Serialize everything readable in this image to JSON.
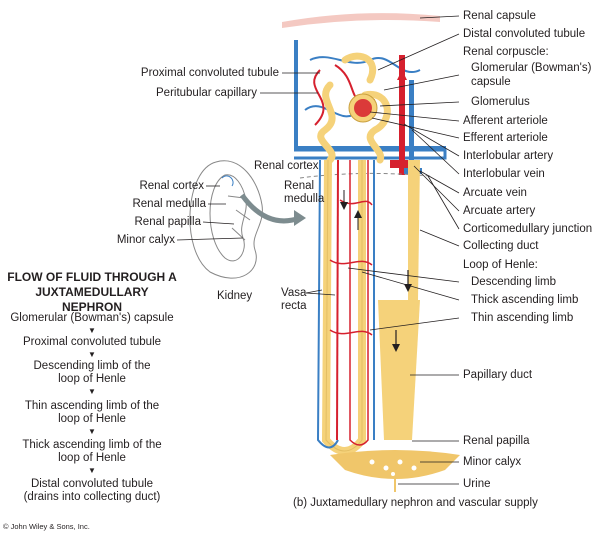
{
  "labels": {
    "renal_capsule": "Renal capsule",
    "distal_convoluted_tubule": "Distal convoluted tubule",
    "renal_corpuscle": "Renal corpuscle:",
    "glomerular_capsule": "Glomerular (Bowman's)",
    "glomerular_capsule_2": "capsule",
    "glomerulus": "Glomerulus",
    "afferent_arteriole": "Afferent arteriole",
    "efferent_arteriole": "Efferent arteriole",
    "interlobular_artery": "Interlobular artery",
    "interlobular_vein": "Interlobular vein",
    "arcuate_vein": "Arcuate vein",
    "arcuate_artery": "Arcuate artery",
    "corticomedullary_junction": "Corticomedullary junction",
    "collecting_duct": "Collecting duct",
    "loop_of_henle": "Loop of Henle:",
    "descending_limb": "Descending limb",
    "thick_ascending_limb": "Thick ascending limb",
    "thin_ascending_limb": "Thin ascending limb",
    "papillary_duct": "Papillary duct",
    "renal_papilla_right": "Renal papilla",
    "minor_calyx_right": "Minor calyx",
    "urine": "Urine",
    "proximal_convoluted_tubule": "Proximal convoluted tubule",
    "peritubular_capillary": "Peritubular capillary",
    "renal_cortex_inner": "Renal cortex",
    "renal_medulla_inner_1": "Renal",
    "renal_medulla_inner_2": "medulla",
    "renal_cortex_left": "Renal cortex",
    "renal_medulla_left": "Renal medulla",
    "renal_papilla_left": "Renal papilla",
    "minor_calyx_left": "Minor calyx",
    "kidney": "Kidney",
    "vasa_recta_1": "Vasa",
    "vasa_recta_2": "recta"
  },
  "flow": {
    "title": "FLOW OF FLUID THROUGH A\nJUXTAMEDULLARY NEPHRON",
    "steps": [
      "Glomerular (Bowman's) capsule",
      "Proximal convoluted tubule",
      "Descending limb of the\nloop of Henle",
      "Thin ascending limb of the\nloop of Henle",
      "Thick ascending limb of the\nloop of Henle",
      "Distal convoluted tubule\n(drains into collecting duct)"
    ]
  },
  "caption": "(b) Juxtamedullary nephron and vascular supply",
  "copyright": "© John Wiley & Sons, Inc.",
  "colors": {
    "tubule": "#f5d27a",
    "tubule_stroke": "#c9a040",
    "artery": "#d6202e",
    "vein": "#3a7fc4",
    "capsule": "#f4c9c2",
    "calyx": "#f0c66a"
  }
}
